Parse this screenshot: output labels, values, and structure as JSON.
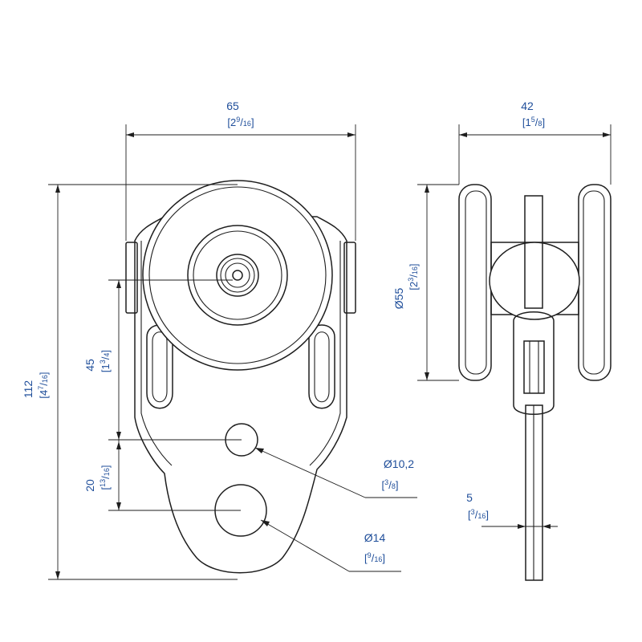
{
  "colors": {
    "line": "#1e1e1e",
    "dimension_text": "#1f4e9a"
  },
  "dimensions": {
    "width": {
      "mm": "65",
      "imperial_whole": "2",
      "imperial_num": "9",
      "imperial_den": "16"
    },
    "depth": {
      "mm": "42",
      "imperial_whole": "1",
      "imperial_num": "5",
      "imperial_den": "8"
    },
    "height": {
      "mm": "112",
      "imperial_whole": "4",
      "imperial_num": "7",
      "imperial_den": "16"
    },
    "upper_spacing": {
      "mm": "45",
      "imperial_whole": "1",
      "imperial_num": "3",
      "imperial_den": "4"
    },
    "lower_spacing": {
      "mm": "20",
      "imperial_whole": "",
      "imperial_num": "13",
      "imperial_den": "16"
    },
    "wheel_diameter": {
      "mm": "Ø55",
      "imperial_whole": "2",
      "imperial_num": "3",
      "imperial_den": "16"
    },
    "small_hole": {
      "mm": "Ø10,2",
      "imperial_whole": "",
      "imperial_num": "3",
      "imperial_den": "8"
    },
    "large_hole": {
      "mm": "Ø14",
      "imperial_whole": "",
      "imperial_num": "9",
      "imperial_den": "16"
    },
    "plate_thickness": {
      "mm": "5",
      "imperial_whole": "",
      "imperial_num": "3",
      "imperial_den": "16"
    }
  }
}
